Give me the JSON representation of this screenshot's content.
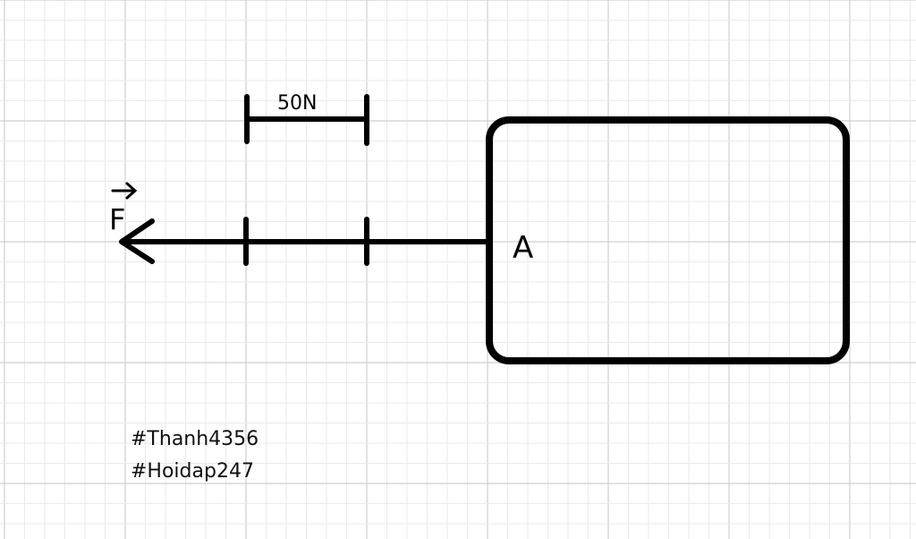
{
  "diagram": {
    "scale_label": "50N",
    "force_label": "F",
    "point_label": "A"
  },
  "tags": [
    "#Thanh4356",
    "#Hoidap247"
  ],
  "colors": {
    "background": "#ffffff",
    "ink": "#000000",
    "grid_minor": "#eaeaea",
    "grid_major": "#cfcfcf"
  }
}
